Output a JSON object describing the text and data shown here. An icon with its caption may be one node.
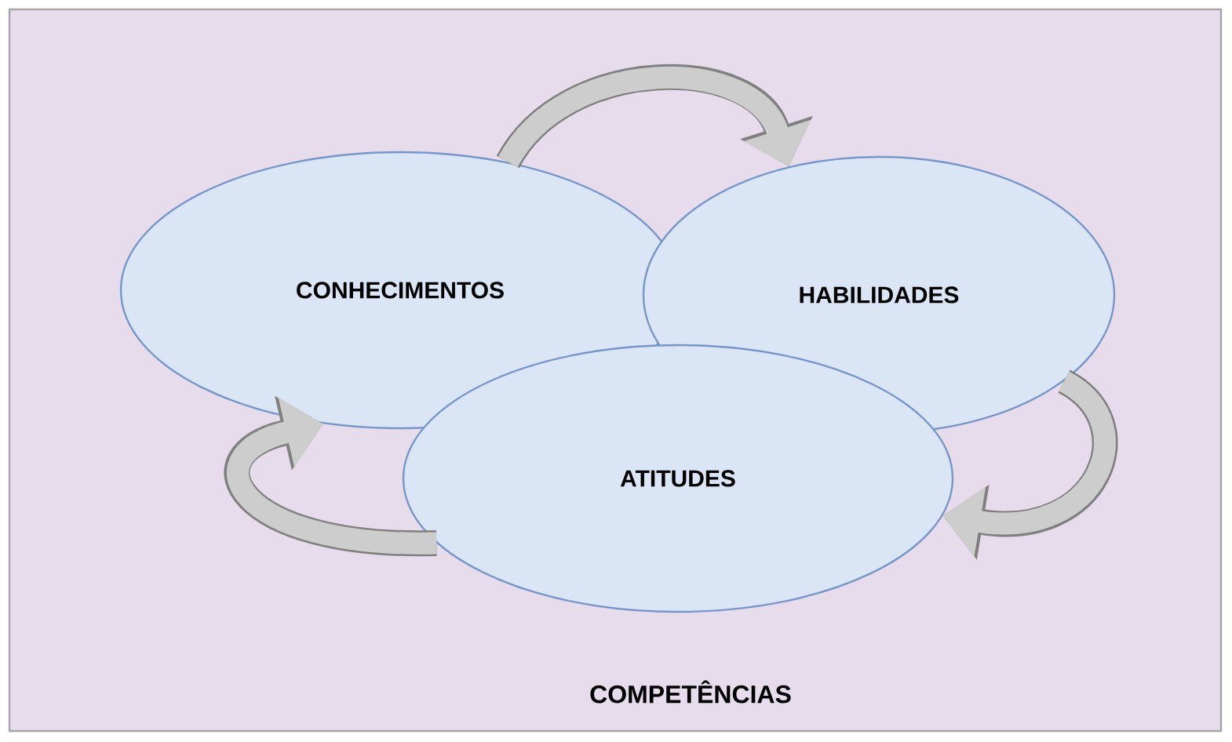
{
  "diagram": {
    "caption": "COMPETÊNCIAS",
    "nodes": [
      {
        "text": [
          "CONHECIMENTOS"
        ]
      },
      {
        "text": [
          "HABILIDADES"
        ]
      },
      {
        "text": [
          "ATITUDES"
        ]
      }
    ],
    "edges": [
      {
        "from": 0,
        "to": 1,
        "arrow": "to"
      },
      {
        "from": 1,
        "to": 2,
        "arrow": "to"
      },
      {
        "from": 2,
        "to": 0,
        "arrow": "to"
      }
    ]
  }
}
